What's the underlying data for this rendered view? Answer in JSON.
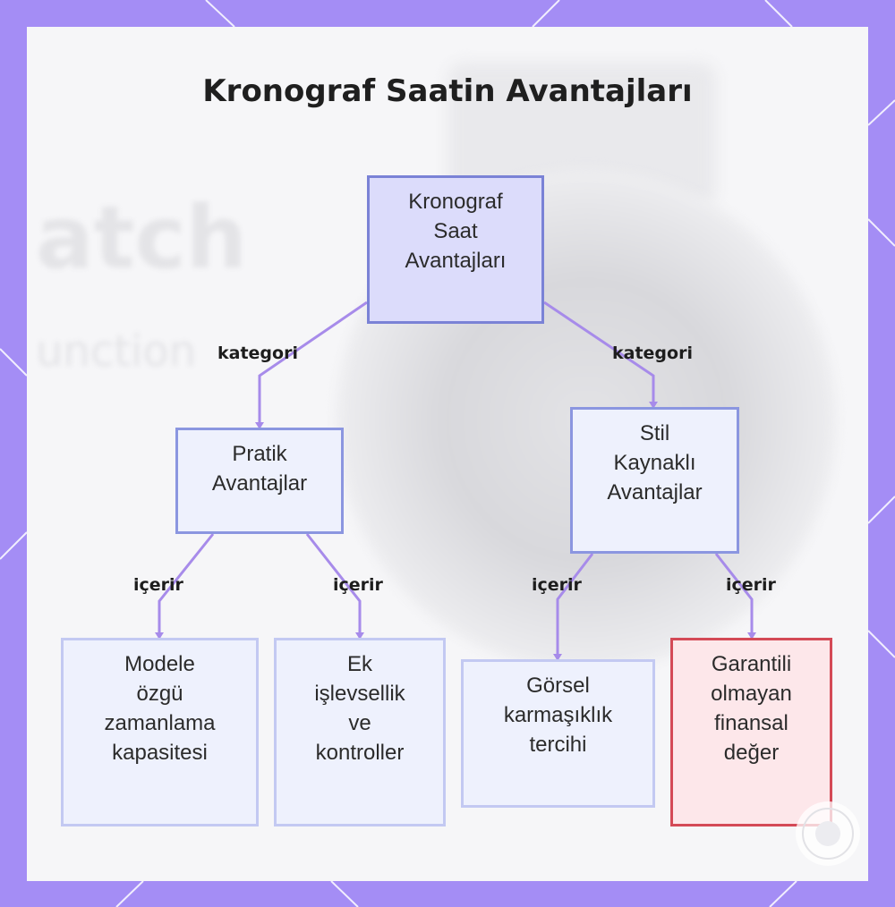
{
  "diagram": {
    "title": "Kronograf Saatin Avantajları",
    "nodes": {
      "root": "Kronograf\nSaat\nAvantajları",
      "practical": "Pratik\nAvantajlar",
      "style": "Stil\nKaynaklı\nAvantajlar",
      "timing": "Modele\nözgü\nzamanlama\nkapasitesi",
      "functions": "Ek\nişlevsellik\nve\nkontroller",
      "visual": "Görsel\nkarmaşıklık\ntercihi",
      "value": "Garantili\nolmayan\nfinansal\ndeğer"
    },
    "edges": {
      "root_practical": "kategori",
      "root_style": "kategori",
      "practical_timing": "içerir",
      "practical_functions": "içerir",
      "style_visual": "içerir",
      "style_value": "içerir"
    },
    "background_text": {
      "line1": "atch",
      "line2": "unction"
    }
  },
  "colors": {
    "frame": "#a48df5",
    "edge": "#a78bea",
    "root_fill": "#dcdcfb",
    "highlight_border": "#d44a57"
  }
}
